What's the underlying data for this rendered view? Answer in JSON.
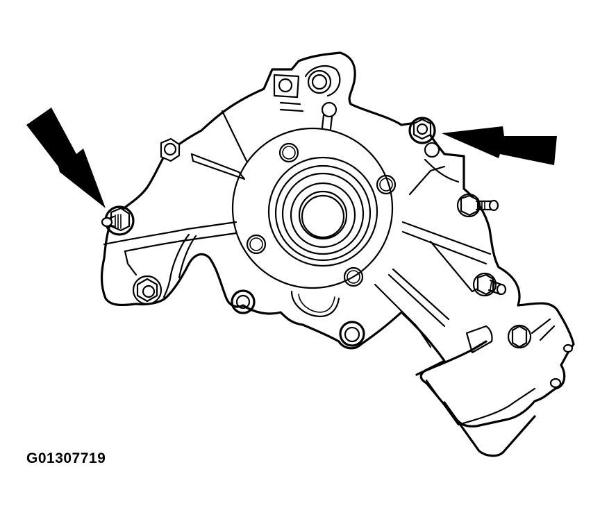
{
  "figure": {
    "subject": "water pump",
    "caption_id": "G01307719",
    "callout_arrows": [
      {
        "id": "left-arrow",
        "points_to": "left mounting stud"
      },
      {
        "id": "right-arrow",
        "points_to": "upper right mounting bolt"
      }
    ],
    "colors": {
      "line": "#000000",
      "background": "#ffffff"
    }
  }
}
